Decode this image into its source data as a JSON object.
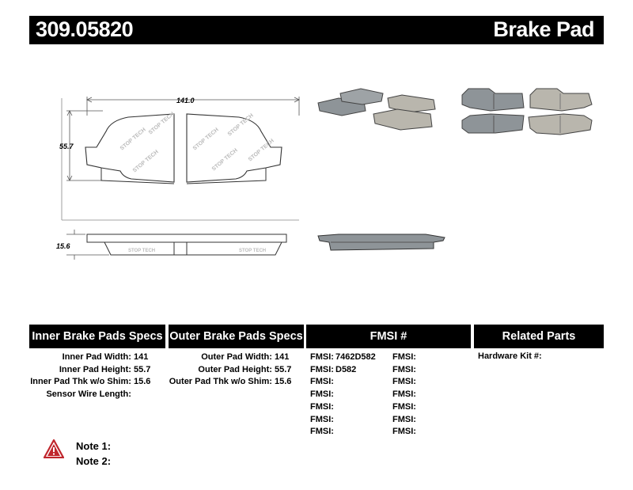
{
  "header": {
    "part_number": "309.05820",
    "title": "Brake Pad"
  },
  "drawing": {
    "width_label": "141.0",
    "height_label": "55.7",
    "thickness_label": "15.6",
    "brand_mark": "STOP TECH"
  },
  "columns": {
    "inner": "Inner Brake Pads Specs",
    "outer": "Outer Brake Pads Specs",
    "fmsi": "FMSI #",
    "related": "Related Parts"
  },
  "inner_specs": [
    {
      "label": "Inner Pad Width:",
      "value": "141"
    },
    {
      "label": "Inner Pad Height:",
      "value": "55.7"
    },
    {
      "label": "Inner Pad Thk w/o Shim:",
      "value": "15.6"
    },
    {
      "label": "Sensor Wire Length:",
      "value": ""
    }
  ],
  "outer_specs": [
    {
      "label": "Outer Pad Width:",
      "value": "141"
    },
    {
      "label": "Outer Pad Height:",
      "value": "55.7"
    },
    {
      "label": "Outer Pad Thk w/o Shim:",
      "value": "15.6"
    }
  ],
  "fmsi_left": [
    {
      "label": "FMSI:",
      "value": "7462D582"
    },
    {
      "label": "FMSI:",
      "value": "D582"
    },
    {
      "label": "FMSI:",
      "value": ""
    },
    {
      "label": "FMSI:",
      "value": ""
    },
    {
      "label": "FMSI:",
      "value": ""
    },
    {
      "label": "FMSI:",
      "value": ""
    },
    {
      "label": "FMSI:",
      "value": ""
    }
  ],
  "fmsi_right": [
    {
      "label": "FMSI:",
      "value": ""
    },
    {
      "label": "FMSI:",
      "value": ""
    },
    {
      "label": "FMSI:",
      "value": ""
    },
    {
      "label": "FMSI:",
      "value": ""
    },
    {
      "label": "FMSI:",
      "value": ""
    },
    {
      "label": "FMSI:",
      "value": ""
    },
    {
      "label": "FMSI:",
      "value": ""
    }
  ],
  "related": {
    "hardware_label": "Hardware Kit #:",
    "hardware_value": ""
  },
  "notes": [
    {
      "label": "Note 1:",
      "value": ""
    },
    {
      "label": "Note 2:",
      "value": ""
    }
  ],
  "icons": {
    "warning": "warning-triangle-icon"
  },
  "colors": {
    "header_bg": "#000000",
    "pad_gray": "#8e9498",
    "pad_light": "#b9b6ad",
    "warn_red": "#c0272d"
  }
}
